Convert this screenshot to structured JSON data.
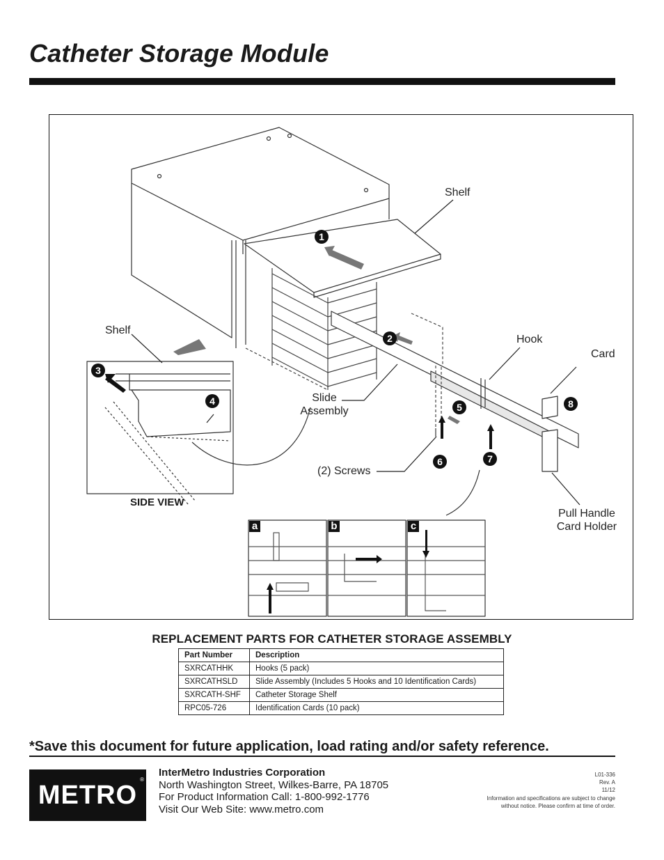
{
  "title": "Catheter Storage Module",
  "figure": {
    "labels": {
      "shelf_top": "Shelf",
      "shelf_side": "Shelf",
      "hook": "Hook",
      "card": "Card",
      "slide_assembly_line1": "Slide",
      "slide_assembly_line2": "Assembly",
      "screws": "(2) Screws",
      "pull_handle_line1": "Pull Handle",
      "pull_handle_line2": "Card Holder",
      "side_view": "SIDE VIEW"
    },
    "steps": [
      "1",
      "2",
      "3",
      "4",
      "5",
      "6",
      "7",
      "8"
    ],
    "insets": [
      "a",
      "b",
      "c"
    ]
  },
  "parts": {
    "heading": "REPLACEMENT PARTS FOR CATHETER STORAGE ASSEMBLY",
    "columns": [
      "Part Number",
      "Description"
    ],
    "rows": [
      [
        "SXRCATHHK",
        "Hooks (5 pack)"
      ],
      [
        "SXRCATHSLD",
        "Slide Assembly (Includes 5 Hooks and 10 Identification Cards)"
      ],
      [
        "SXRCATH-SHF",
        "Catheter Storage Shelf"
      ],
      [
        "RPC05-726",
        "Identification Cards (10 pack)"
      ]
    ]
  },
  "save_note": "*Save this document for future application, load rating and/or safety reference.",
  "footer": {
    "logo": "METRO",
    "company": "InterMetro Industries Corporation",
    "address": "North Washington Street, Wilkes-Barre, PA 18705",
    "phone_label": "For Product Information Call:",
    "phone": "1-800-992-1776",
    "web_label": "Visit Our Web Site:",
    "web": "www.metro.com",
    "doc_number": "L01-336",
    "revision": "Rev. A",
    "date": "11/12",
    "disclaimer_line1": "Information and specifications are subject to change",
    "disclaimer_line2": "without notice. Please confirm at time of order."
  }
}
